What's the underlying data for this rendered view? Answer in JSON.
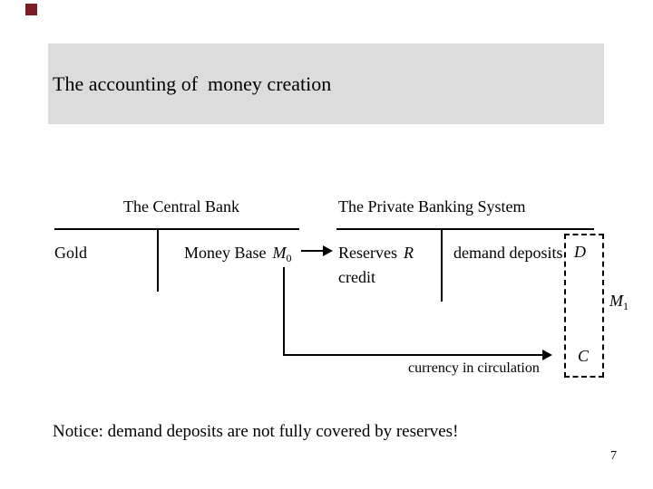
{
  "slide": {
    "title": "The accounting of  money creation",
    "notice": "Notice: demand deposits are not fully covered by reserves!",
    "page_number": "7",
    "colors": {
      "accent": "#7b1d22",
      "title_bar": "#dcdcdc",
      "ink": "#000000"
    }
  },
  "central_bank": {
    "title": "The Central Bank",
    "assets": "Gold",
    "liabilities_label": "Money Base",
    "liabilities_symbol": "M",
    "liabilities_sub": "0"
  },
  "private_banking": {
    "title": "The Private Banking System",
    "assets_label": "Reserves",
    "assets_symbol": "R",
    "assets_2": "credit",
    "liabilities_label": "demand deposits",
    "liabilities_symbol": "D"
  },
  "money_aggregates": {
    "currency_label": "currency in circulation",
    "currency_symbol": "C",
    "m1_symbol": "M",
    "m1_sub": "1"
  }
}
